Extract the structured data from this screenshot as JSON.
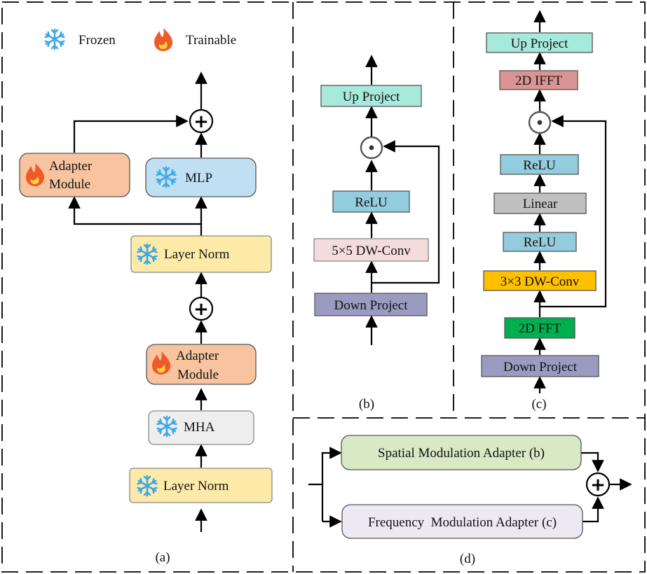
{
  "legend": {
    "frozen": "Frozen",
    "trainable": "Trainable"
  },
  "panel_a": {
    "caption": "(a)",
    "adapter_top": [
      "Adapter",
      "Module"
    ],
    "mlp": "MLP",
    "layer_norm_top": "Layer Norm",
    "adapter_bottom": [
      "Adapter",
      "Module"
    ],
    "mha": "MHA",
    "layer_norm_bottom": "Layer Norm"
  },
  "panel_b": {
    "caption": "(b)",
    "up_project": "Up Project",
    "relu": "ReLU",
    "dwconv": "5×5 DW-Conv",
    "down_project": "Down Project"
  },
  "panel_c": {
    "caption": "(c)",
    "up_project": "Up Project",
    "ifft": "2D IFFT",
    "relu_top": "ReLU",
    "linear": "Linear",
    "relu_bottom": "ReLU",
    "dwconv": "3×3 DW-Conv",
    "fft": "2D FFT",
    "down_project": "Down Project"
  },
  "panel_d": {
    "caption": "(d)",
    "spatial": "Spatial Modulation Adapter (b)",
    "frequency": "Frequency  Modulation Adapter (c)"
  },
  "colors": {
    "adapter": "#f8c49f",
    "mlp": "#bfe0f2",
    "layer_norm": "#fdeaa8",
    "mha": "#eeeeee",
    "up_project": "#a7eadb",
    "relu": "#93cddd",
    "dwconv5": "#f4dcdc",
    "down_project": "#9b9bc2",
    "ifft": "#d99594",
    "linear": "#c0c0c0",
    "dwconv3": "#ffc000",
    "fft": "#00b050",
    "spatial": "#d8e9c5",
    "frequency": "#ece9f3",
    "snow": "#3da8e6",
    "fire": "#f05a28"
  }
}
